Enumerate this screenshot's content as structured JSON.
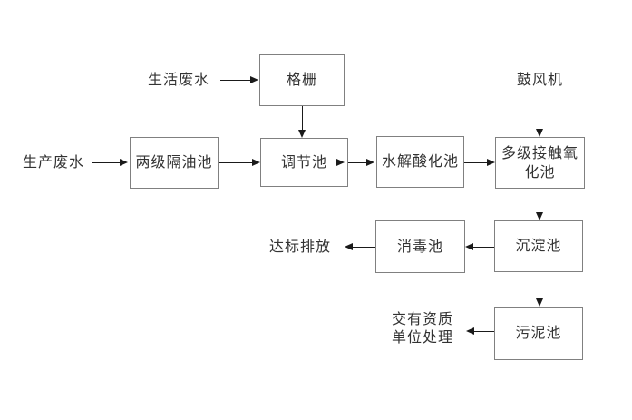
{
  "diagram": {
    "colors": {
      "box_border": "#808080",
      "connector": "#1a1a1a",
      "text": "#333333",
      "background": "#ffffff"
    },
    "inputs": {
      "domestic": "生活废水",
      "production": "生产废水",
      "blower": "鼓风机"
    },
    "nodes": {
      "grille": {
        "label": "格栅"
      },
      "oil_separator": {
        "label": "两级隔油池"
      },
      "regulating": {
        "label": "调节池"
      },
      "hydrolysis": {
        "label": "水解酸化池"
      },
      "oxidation": {
        "label_line1": "多级接触氧",
        "label_line2": "化池"
      },
      "sedimentation": {
        "label": "沉淀池"
      },
      "disinfection": {
        "label": "消毒池"
      },
      "sludge": {
        "label": "污泥池"
      }
    },
    "outputs": {
      "discharge": "达标排放",
      "qualified_line1": "交有资质",
      "qualified_line2": "单位处理"
    },
    "edges": [
      {
        "from": "生活废水",
        "to": "格栅"
      },
      {
        "from": "格栅",
        "to": "调节池"
      },
      {
        "from": "生产废水",
        "to": "两级隔油池"
      },
      {
        "from": "两级隔油池",
        "to": "调节池"
      },
      {
        "from": "调节池",
        "to": "水解酸化池"
      },
      {
        "from": "水解酸化池",
        "to": "多级接触氧化池"
      },
      {
        "from": "鼓风机",
        "to": "多级接触氧化池"
      },
      {
        "from": "多级接触氧化池",
        "to": "沉淀池"
      },
      {
        "from": "沉淀池",
        "to": "消毒池"
      },
      {
        "from": "消毒池",
        "to": "达标排放"
      },
      {
        "from": "沉淀池",
        "to": "污泥池"
      },
      {
        "from": "污泥池",
        "to": "交有资质单位处理"
      }
    ]
  }
}
